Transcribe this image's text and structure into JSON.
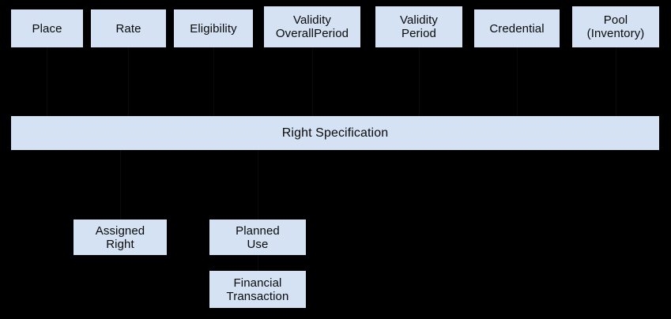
{
  "diagram": {
    "title": "Right Specification",
    "background_color": "#000000",
    "node_fill_color": "#d4e2f4",
    "node_text_color": "#0a0a0a",
    "edge_color": "#0b0b0b"
  },
  "attributes_row": {
    "nodes": [
      {
        "label": "Place"
      },
      {
        "label": "Rate"
      },
      {
        "label": "Eligibility"
      },
      {
        "label": "Validity\nOverallPeriod"
      },
      {
        "label": "Validity\nPeriod"
      },
      {
        "label": "Credential"
      },
      {
        "label": "Pool\n(Inventory)"
      }
    ]
  },
  "center": {
    "label": "Right Specification"
  },
  "derived_row": {
    "nodes": [
      {
        "label": "Assigned\nRight"
      },
      {
        "label": "Planned\nUse"
      },
      {
        "label": "Financial\nTransaction"
      }
    ]
  }
}
